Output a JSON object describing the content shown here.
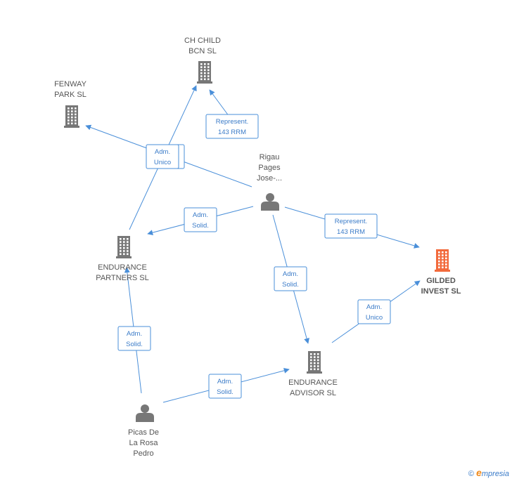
{
  "colors": {
    "edge": "#4a8fd9",
    "company": "#777777",
    "focus_company": "#f26a3c",
    "person": "#777777"
  },
  "nodes": [
    {
      "id": "ch",
      "type": "company",
      "icon": "building-icon",
      "lines": [
        "CH CHILD",
        "BCN SL"
      ]
    },
    {
      "id": "fenway",
      "type": "company",
      "icon": "building-icon",
      "lines": [
        "FENWAY",
        "PARK SL"
      ]
    },
    {
      "id": "rigau",
      "type": "person",
      "icon": "person-icon",
      "lines": [
        "Rigau",
        "Pages",
        "Jose-..."
      ]
    },
    {
      "id": "gilded",
      "type": "company",
      "focus": true,
      "icon": "building-icon",
      "lines": [
        "GILDED",
        "INVEST SL"
      ]
    },
    {
      "id": "endp",
      "type": "company",
      "icon": "building-icon",
      "lines": [
        "ENDURANCE",
        "PARTNERS SL"
      ]
    },
    {
      "id": "enda",
      "type": "company",
      "icon": "building-icon",
      "lines": [
        "ENDURANCE",
        "ADVISOR SL"
      ]
    },
    {
      "id": "picas",
      "type": "person",
      "icon": "person-icon",
      "lines": [
        "Picas De",
        "La Rosa",
        "Pedro"
      ]
    }
  ],
  "edges": [
    {
      "from": "rigau",
      "to": "ch",
      "lines": [
        "Represent.",
        "143 RRM"
      ]
    },
    {
      "from": "rigau",
      "to": "fenway",
      "lines": [
        "Adm.",
        "Unico"
      ]
    },
    {
      "from": "endp",
      "to": "ch",
      "lines": [
        "Adm.",
        "Unico"
      ]
    },
    {
      "from": "rigau",
      "to": "endp",
      "lines": [
        "Adm.",
        "Solid."
      ]
    },
    {
      "from": "rigau",
      "to": "gilded",
      "lines": [
        "Represent.",
        "143 RRM"
      ]
    },
    {
      "from": "rigau",
      "to": "enda",
      "lines": [
        "Adm.",
        "Solid."
      ]
    },
    {
      "from": "enda",
      "to": "gilded",
      "lines": [
        "Adm.",
        "Unico"
      ]
    },
    {
      "from": "picas",
      "to": "endp",
      "lines": [
        "Adm.",
        "Solid."
      ]
    },
    {
      "from": "picas",
      "to": "enda",
      "lines": [
        "Adm.",
        "Solid."
      ]
    }
  ],
  "credit": {
    "copyright": "©",
    "brand_initial": "e",
    "brand_rest": "mpresia"
  }
}
